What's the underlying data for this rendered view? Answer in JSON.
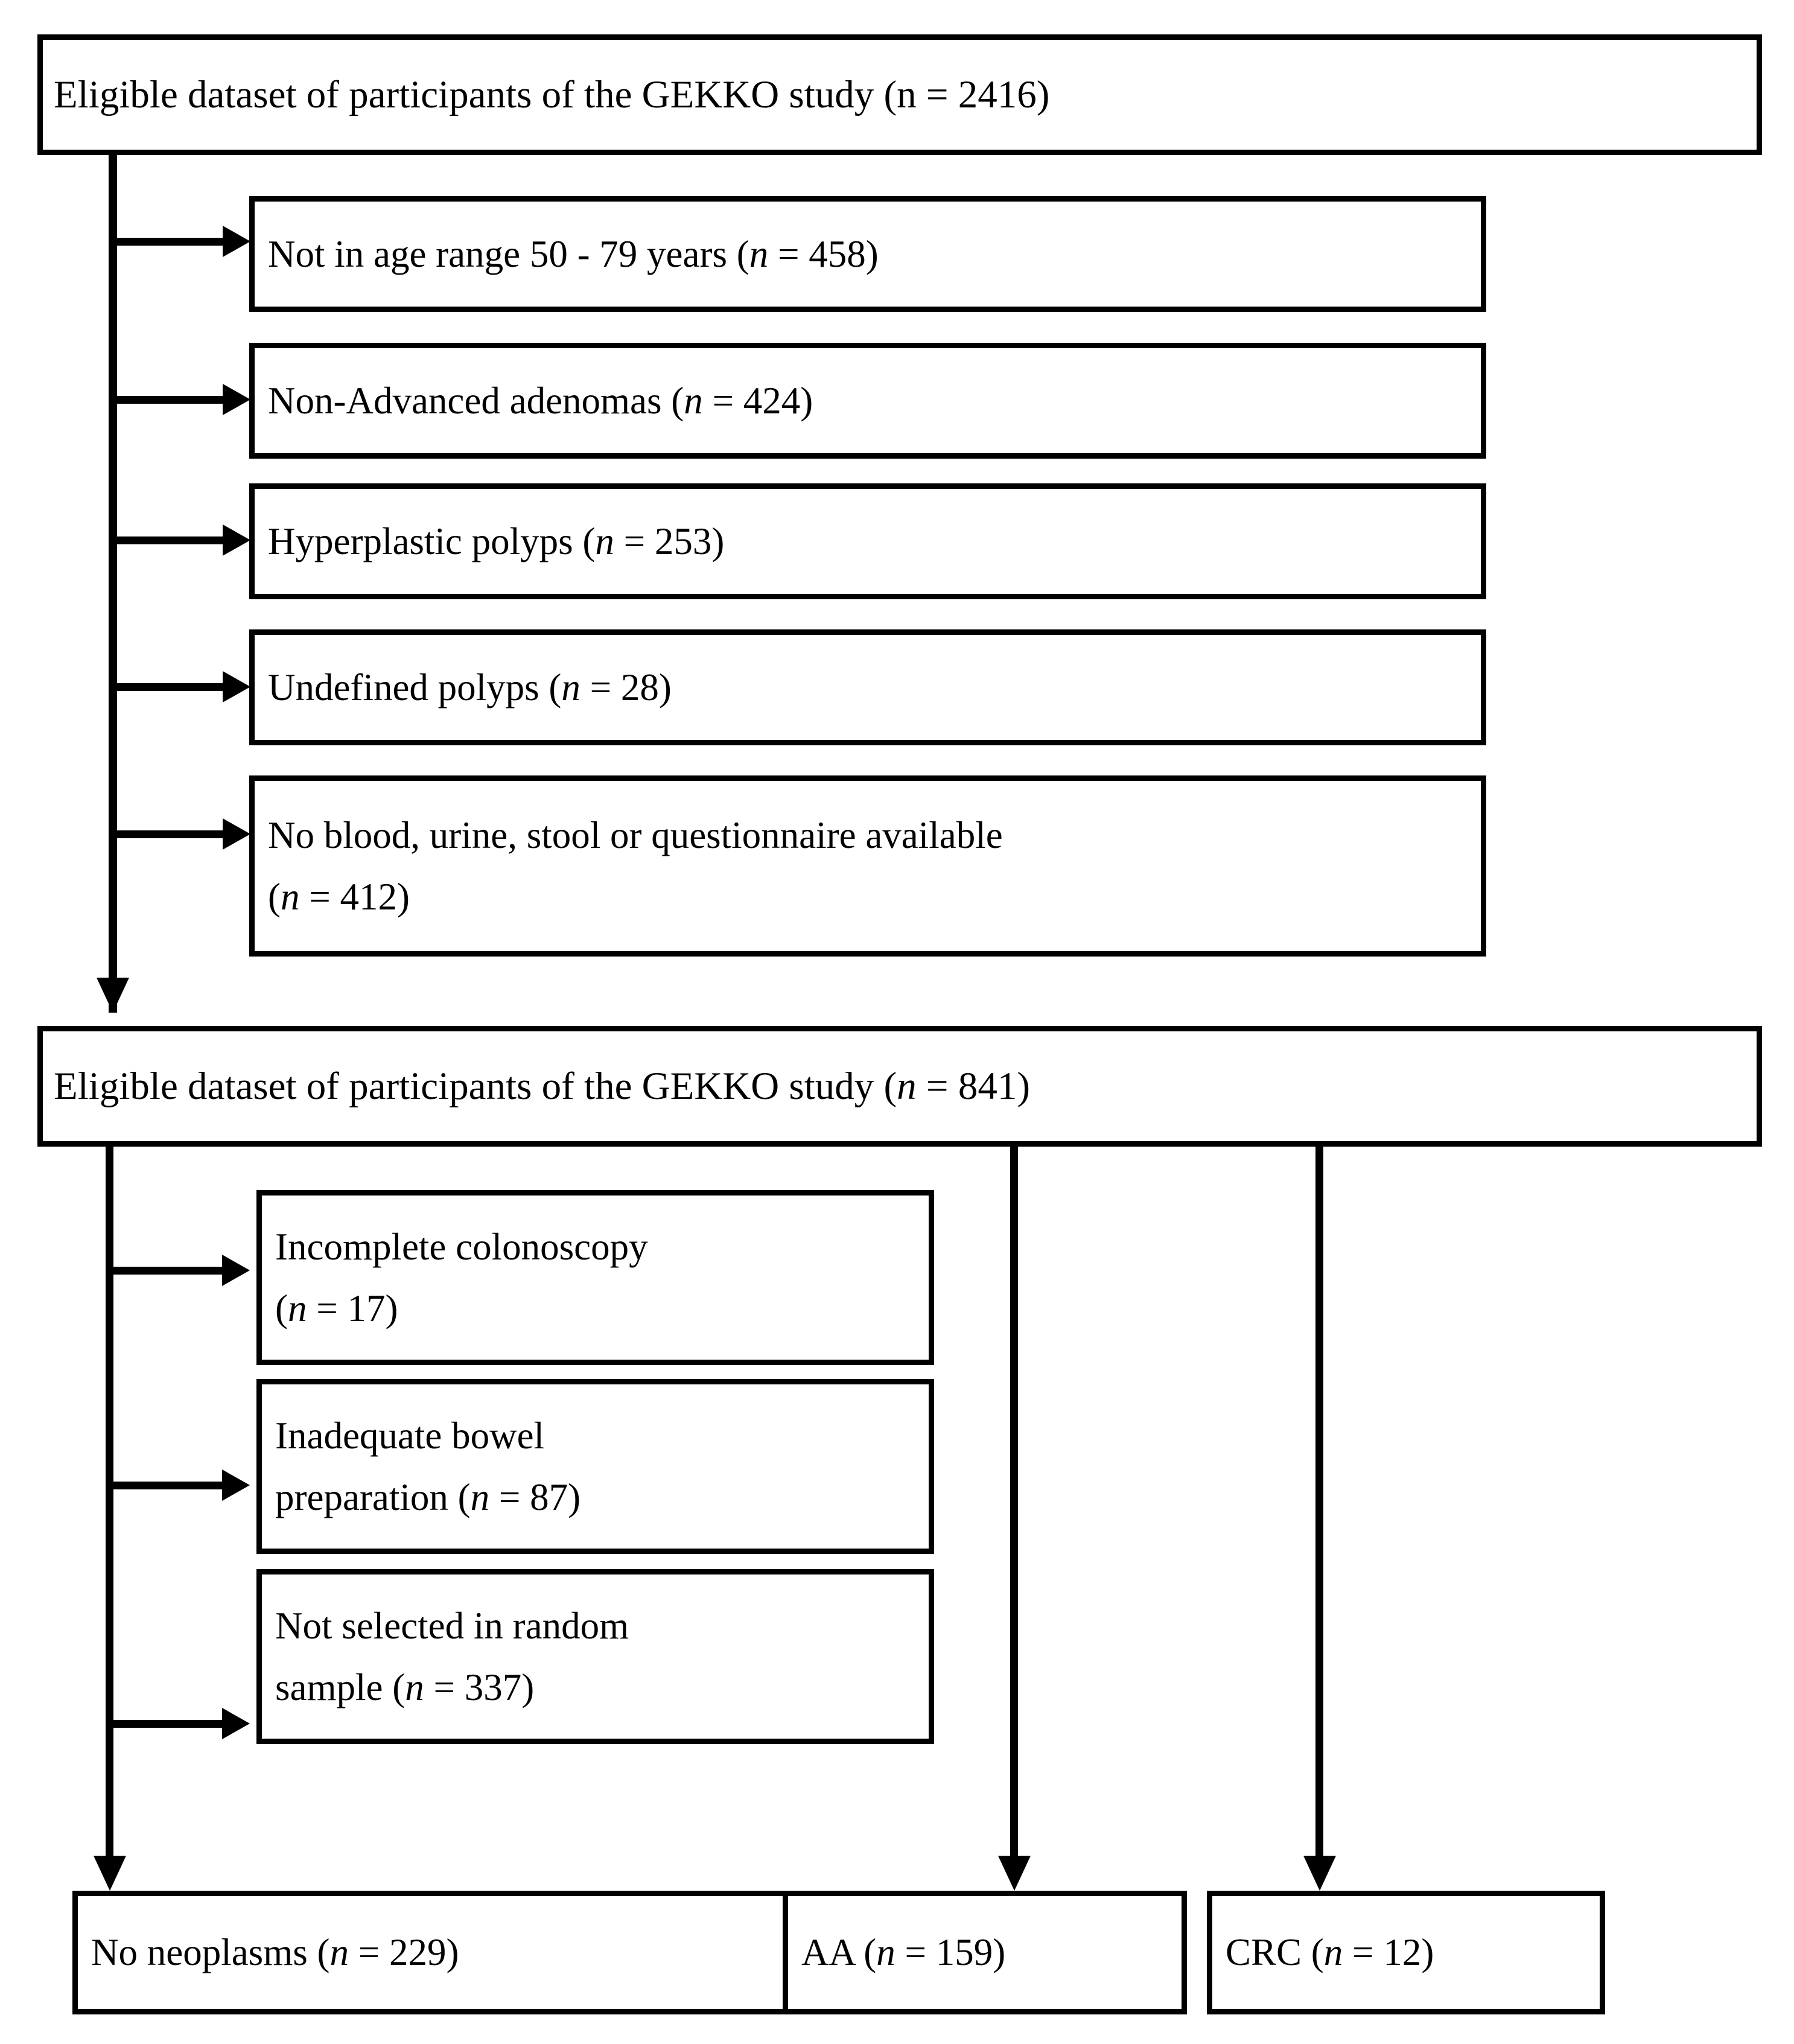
{
  "diagram": {
    "title": "GEKKO study participant flow diagram",
    "type": "flowchart",
    "stroke_color": "#000000",
    "background_color": "#ffffff",
    "nodes": {
      "top_cohort": {
        "label": "Eligible dataset of participants of the GEKKO study (n = 2416)",
        "prefix": "Eligible dataset of participants of the GEKKO study (n = 2416)",
        "count": 2416
      },
      "mid_cohort": {
        "prefix": "Eligible dataset of participants of the GEKKO study (",
        "n_symbol": "n",
        "suffix": " = 841)",
        "count": 841
      }
    },
    "exclusions_stage1": [
      {
        "prefix": "Not in age range 50 - 79 years (",
        "n_symbol": "n",
        "suffix": " = 458)",
        "count": 458
      },
      {
        "prefix": "Non-Advanced adenomas (",
        "n_symbol": "n",
        "suffix": " = 424)",
        "count": 424
      },
      {
        "prefix": "Hyperplastic polyps (",
        "n_symbol": "n",
        "suffix": " = 253)",
        "count": 253
      },
      {
        "prefix": "Undefined polyps (",
        "n_symbol": "n",
        "suffix": " = 28)",
        "count": 28
      },
      {
        "line1": "No blood, urine, stool or questionnaire available",
        "prefix2": "(",
        "n_symbol": "n",
        "suffix2": " = 412)",
        "count": 412
      }
    ],
    "exclusions_stage2": [
      {
        "line1": "Incomplete colonoscopy",
        "prefix2": "(",
        "n_symbol": "n",
        "suffix2": " = 17)",
        "count": 17
      },
      {
        "line1": "Inadequate bowel",
        "prefix2": "preparation (",
        "n_symbol": "n",
        "suffix2": " = 87)",
        "count": 87
      },
      {
        "line1": "Not selected in random",
        "prefix2": "sample (",
        "n_symbol": "n",
        "suffix2": " = 337)",
        "count": 337
      }
    ],
    "outcomes": [
      {
        "prefix": "No neoplasms (",
        "n_symbol": "n",
        "suffix": " = 229)",
        "count": 229
      },
      {
        "prefix": "AA (",
        "n_symbol": "n",
        "suffix": " = 159)",
        "count": 159
      },
      {
        "prefix": "CRC (",
        "n_symbol": "n",
        "suffix": " = 12)",
        "count": 12
      }
    ]
  }
}
